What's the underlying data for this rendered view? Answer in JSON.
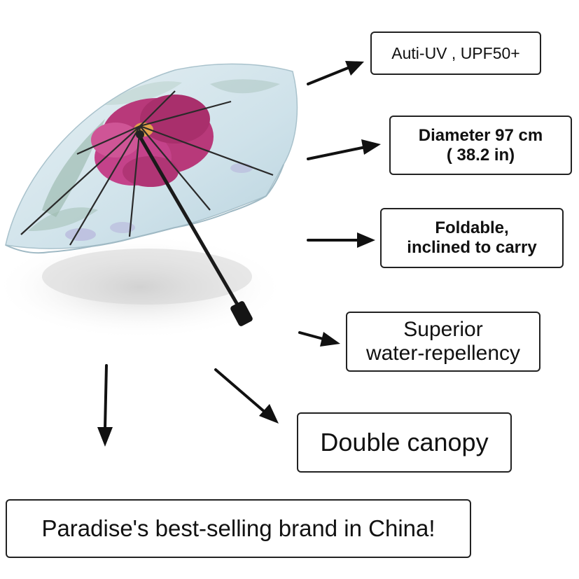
{
  "features": {
    "uv": "Auti-UV , UPF50+",
    "diameter_line1": "Diameter  97 cm",
    "diameter_line2": "( 38.2 in)",
    "foldable_line1": "Foldable,",
    "foldable_line2": "inclined to carry",
    "water_line1": "Superior",
    "water_line2": "water-repellency",
    "double": "Double canopy"
  },
  "banner": {
    "text": "Paradise's best-selling brand in China!"
  },
  "colors": {
    "canopy": "#cfe3ea",
    "flower": "#b8397a",
    "arrow": "#111111",
    "border": "#222222"
  },
  "icons": [
    "umbrella-illustration",
    "arrow-icon"
  ]
}
